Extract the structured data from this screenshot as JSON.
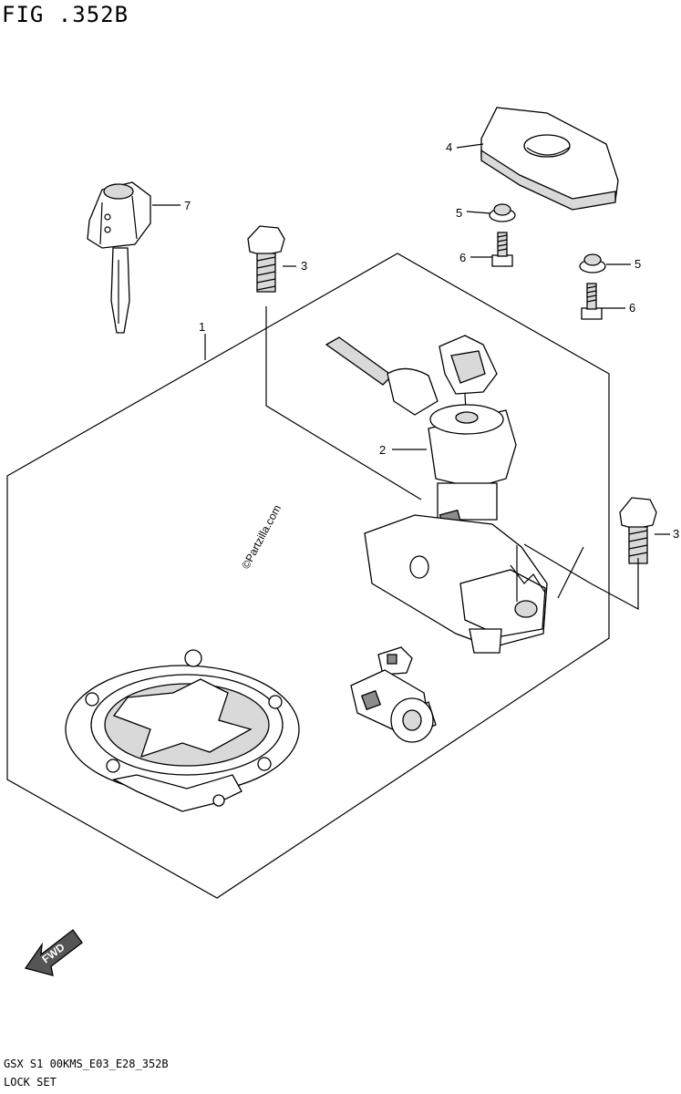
{
  "figure": {
    "title": "FIG .352B",
    "footer_code": "GSX S1 00KMS_E03_E28_352B",
    "footer_name": "LOCK SET",
    "watermark": "©Partzilla.com",
    "fwd_label": "FWD"
  },
  "callouts": [
    {
      "id": "1"
    },
    {
      "id": "2"
    },
    {
      "id": "3"
    },
    {
      "id": "3"
    },
    {
      "id": "4"
    },
    {
      "id": "5"
    },
    {
      "id": "5"
    },
    {
      "id": "6"
    },
    {
      "id": "6"
    },
    {
      "id": "7"
    }
  ]
}
